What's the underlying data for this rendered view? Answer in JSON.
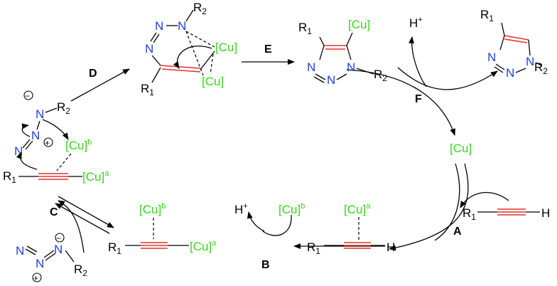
{
  "colors": {
    "nitrogen": "#1f3fe0",
    "copper": "#39d41c",
    "triple_bond": "#e0322f"
  },
  "labels": {
    "R1": "R",
    "R2": "R",
    "sub1": "1",
    "sub2": "2",
    "N": "N",
    "H": "H",
    "Hplus": "H",
    "plus": "+",
    "Cu": "[Cu]",
    "sup_a": "a",
    "sup_b": "b",
    "minus": "−",
    "plus_sign": "+"
  },
  "steps": {
    "A": "A",
    "B": "B",
    "C": "C",
    "D": "D",
    "E": "E",
    "F": "F"
  }
}
